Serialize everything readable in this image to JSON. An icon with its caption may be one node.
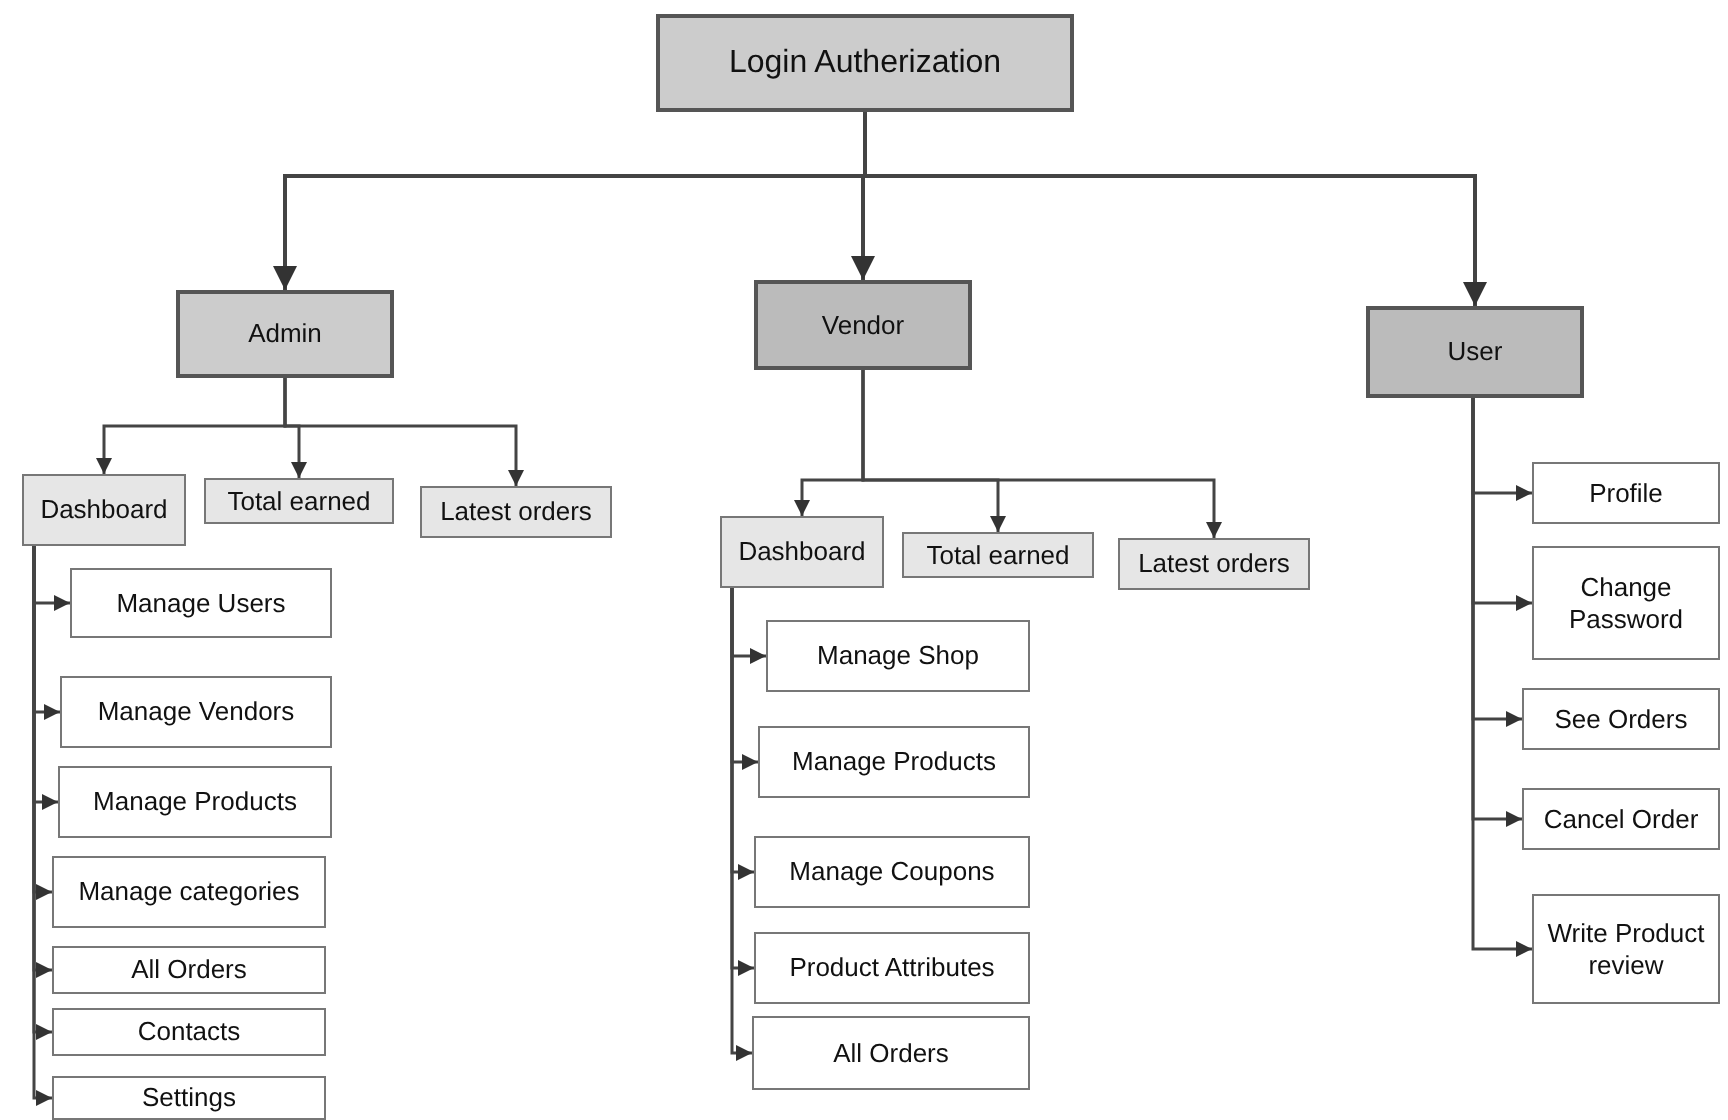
{
  "diagram": {
    "nodes": [
      {
        "text": [
          "Login Autherization"
        ]
      },
      {
        "text": [
          "Admin"
        ]
      },
      {
        "text": [
          "Vendor"
        ]
      },
      {
        "text": [
          "User"
        ]
      },
      {
        "text": [
          "Dashboard"
        ]
      },
      {
        "text": [
          "Total earned"
        ]
      },
      {
        "text": [
          "Latest orders"
        ]
      },
      {
        "text": [
          "Manage Users"
        ]
      },
      {
        "text": [
          "Manage Vendors"
        ]
      },
      {
        "text": [
          "Manage Products"
        ]
      },
      {
        "text": [
          "Manage categories"
        ]
      },
      {
        "text": [
          "All Orders"
        ]
      },
      {
        "text": [
          "Contacts"
        ]
      },
      {
        "text": [
          "Settings"
        ]
      },
      {
        "text": [
          "Dashboard"
        ]
      },
      {
        "text": [
          "Total earned"
        ]
      },
      {
        "text": [
          "Latest orders"
        ]
      },
      {
        "text": [
          "Manage Shop"
        ]
      },
      {
        "text": [
          "Manage Products"
        ]
      },
      {
        "text": [
          "Manage Coupons"
        ]
      },
      {
        "text": [
          "Product Attributes"
        ]
      },
      {
        "text": [
          "All Orders"
        ]
      },
      {
        "text": [
          "Profile"
        ]
      },
      {
        "text": [
          "Change Password"
        ]
      },
      {
        "text": [
          "See Orders"
        ]
      },
      {
        "text": [
          "Cancel Order"
        ]
      },
      {
        "text": [
          "Write Product review"
        ]
      }
    ],
    "edges": [
      {
        "from": 0,
        "to": 1,
        "arrow": "to"
      },
      {
        "from": 0,
        "to": 2,
        "arrow": "to"
      },
      {
        "from": 0,
        "to": 3,
        "arrow": "to"
      },
      {
        "from": 1,
        "to": 4,
        "arrow": "to"
      },
      {
        "from": 1,
        "to": 5,
        "arrow": "to"
      },
      {
        "from": 1,
        "to": 6,
        "arrow": "to"
      },
      {
        "from": 4,
        "to": 7,
        "arrow": "to"
      },
      {
        "from": 4,
        "to": 8,
        "arrow": "to"
      },
      {
        "from": 4,
        "to": 9,
        "arrow": "to"
      },
      {
        "from": 4,
        "to": 10,
        "arrow": "to"
      },
      {
        "from": 4,
        "to": 11,
        "arrow": "to"
      },
      {
        "from": 4,
        "to": 12,
        "arrow": "to"
      },
      {
        "from": 4,
        "to": 13,
        "arrow": "to"
      },
      {
        "from": 2,
        "to": 14,
        "arrow": "to"
      },
      {
        "from": 2,
        "to": 15,
        "arrow": "to"
      },
      {
        "from": 2,
        "to": 16,
        "arrow": "to"
      },
      {
        "from": 14,
        "to": 17,
        "arrow": "to"
      },
      {
        "from": 14,
        "to": 18,
        "arrow": "to"
      },
      {
        "from": 14,
        "to": 19,
        "arrow": "to"
      },
      {
        "from": 14,
        "to": 20,
        "arrow": "to"
      },
      {
        "from": 14,
        "to": 21,
        "arrow": "to"
      },
      {
        "from": 3,
        "to": 22,
        "arrow": "to"
      },
      {
        "from": 3,
        "to": 23,
        "arrow": "to"
      },
      {
        "from": 3,
        "to": 24,
        "arrow": "to"
      },
      {
        "from": 3,
        "to": 25,
        "arrow": "to"
      },
      {
        "from": 3,
        "to": 26,
        "arrow": "to"
      }
    ]
  }
}
